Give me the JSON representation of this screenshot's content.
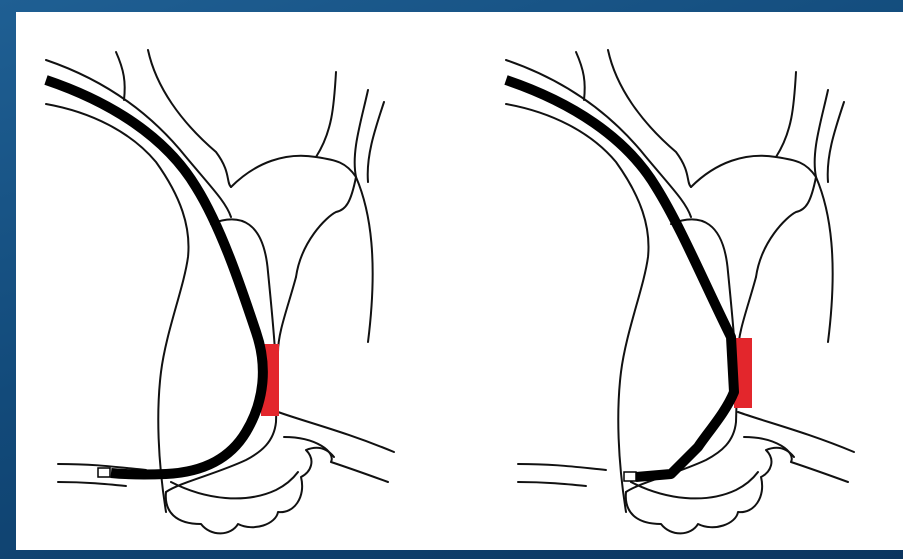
{
  "colors": {
    "background": "#ffffff",
    "outline": "#111111",
    "catheter": "#000000",
    "highlight": "#e3262c",
    "frame_gradient": "#124a7a"
  },
  "panels": [
    {
      "id": "left",
      "catheter_tip_style": "curved"
    },
    {
      "id": "right",
      "catheter_tip_style": "angled"
    }
  ]
}
